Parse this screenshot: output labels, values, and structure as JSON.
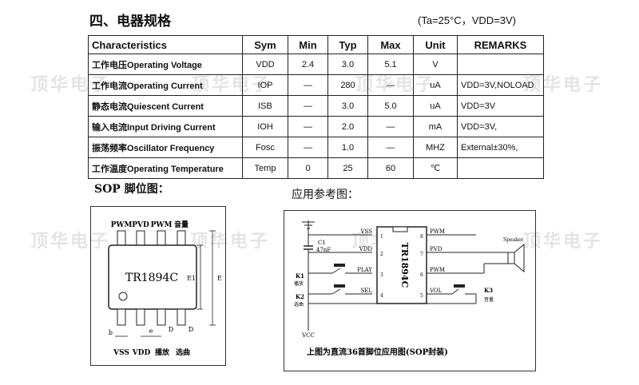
{
  "section_title": "四、电器规格",
  "conditions": "(Ta=25°C，VDD=3V)",
  "watermark_text": "顶华电子",
  "table": {
    "headers": [
      "Characteristics",
      "Sym",
      "Min",
      "Typ",
      "Max",
      "Unit",
      "REMARKS"
    ],
    "rows": [
      [
        "工作电压Operating Voltage",
        "VDD",
        "2.4",
        "3.0",
        "5.1",
        "V",
        ""
      ],
      [
        "工作电流Operating Current",
        "IOP",
        "—",
        "280",
        "—",
        "uA",
        "VDD=3V,NOLOAD"
      ],
      [
        "静态电流Quiescent Current",
        "ISB",
        "—",
        "3.0",
        "5.0",
        "uA",
        "VDD=3V"
      ],
      [
        "输入电流Input Driving Current",
        "IOH",
        "—",
        "2.0",
        "—",
        "mA",
        "VDD=3V,"
      ],
      [
        "振荡频率Oscillator Frequency",
        "Fosc",
        "—",
        "1.0",
        "—",
        "MHZ",
        "External±30%,"
      ],
      [
        "工作温度Operating Temperature",
        "Temp",
        "0",
        "25",
        "60",
        "℃",
        ""
      ]
    ]
  },
  "sop": {
    "heading": "SOP 脚位图：",
    "chip_name": "TR1894C",
    "top_pins": [
      "PWM",
      "PVD",
      "PWM",
      "音量"
    ],
    "bottom_pins": [
      "VSS",
      "VDD",
      "播放",
      "选曲"
    ],
    "dim_e1": "E1",
    "dim_e": "E",
    "dim_b": "b",
    "dim_e_small": "e",
    "dim_d": "D"
  },
  "app": {
    "heading": "应用参考图：",
    "chip_name": "TR1894C",
    "left_labels": [
      "VSS",
      "VDD",
      "PLAY",
      "SEL"
    ],
    "left_nums": [
      "1",
      "2",
      "3",
      "4"
    ],
    "right_labels": [
      "PWM",
      "PVD",
      "PWM",
      "VOL"
    ],
    "right_nums": [
      "8",
      "7",
      "6",
      "5"
    ],
    "cap_name": "C1",
    "cap_value": "47nF",
    "k1": "K1",
    "k1_sub": "播放",
    "k2": "K2",
    "k2_sub": "选曲",
    "k3": "K3",
    "k3_sub": "音量",
    "vcc": "VCC",
    "speaker": "Speaker",
    "caption": "上图为直流36首脚位应用图(SOP封装)"
  }
}
